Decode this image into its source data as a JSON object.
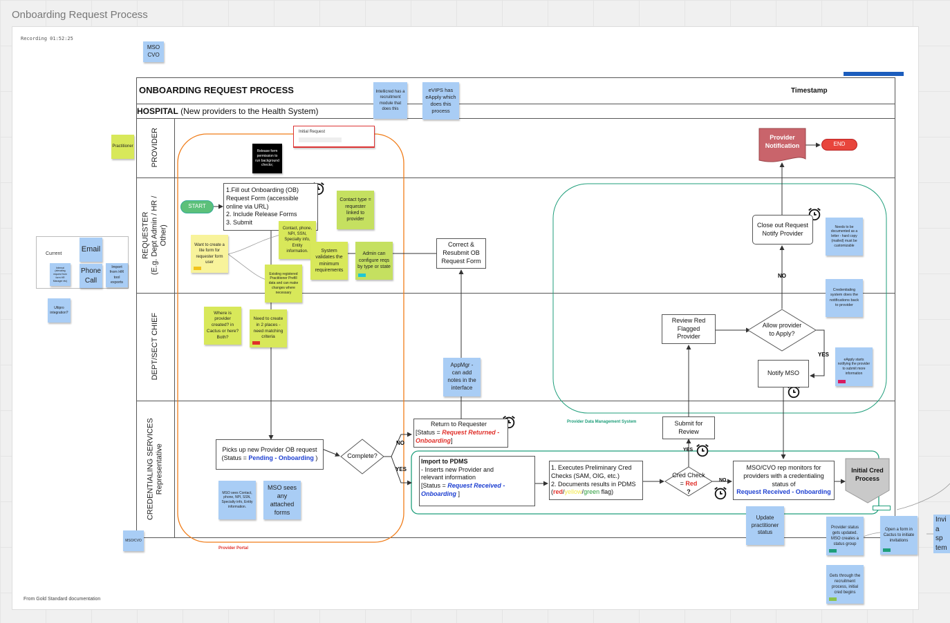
{
  "board_title": "Onboarding Request Process",
  "recording": "Recording 01:52:25",
  "footer_note": "From Gold Standard documentation",
  "header": {
    "title": "ONBOARDING REQUEST PROCESS",
    "timestamp": "Timestamp",
    "hospital_bold": "HOSPITAL",
    "hospital_rest": " (New providers to the Health System)"
  },
  "lanes": {
    "provider": "PROVIDER",
    "requester_1": "REQUESTER",
    "requester_2": "(E.g. Dept Admin / HR /",
    "requester_3": "Other)",
    "dept": "DEPT/SECT CHIEF",
    "cred_1": "CREDENTIALING SERVICES",
    "cred_2": "Representative"
  },
  "nodes": {
    "start": "START",
    "end": "END",
    "initial_request": "Initial Request",
    "fill_form_1": "1.Fill out Onboarding (OB)",
    "fill_form_2": "Request Form (accessible",
    "fill_form_3": "online via URL)",
    "fill_form_4": "2. Include Release Forms",
    "fill_form_5": "3. Submit",
    "correct_1": "Correct &",
    "correct_2": "Resubmit  OB",
    "correct_3": "Request Form",
    "pickup_1": "Picks up new Provider OB request",
    "pickup_2a": "(Status = ",
    "pickup_2b": "Pending - Onboarding",
    "pickup_2c": " )",
    "complete": "Complete?",
    "no": "NO",
    "yes": "YES",
    "return_1": "Return to Requester",
    "return_2a": "[Status = ",
    "return_2b": "Request Returned - Onboarding",
    "return_2c": "]",
    "import_title": "Import to PDMS",
    "import_1": "- Inserts new Provider and",
    "import_2": "relevant information",
    "import_3a": "[Status = ",
    "import_3b": "Request Received - Onboarding",
    "import_3c": " ]",
    "exec_1": "1. Executes Preliminary Cred",
    "exec_2": "Checks (SAM, OIG, etc.)",
    "exec_3": "2. Documents results in PDMS",
    "exec_red": "red",
    "exec_slash1": "/",
    "exec_yellow": "yellow",
    "exec_slash2": "/",
    "exec_green": "green",
    "exec_flag": " flag)",
    "cred_check_1": "Cred Check",
    "cred_check_2a": "= ",
    "cred_check_2b": "Red",
    "cred_check_3": "?",
    "mso_rep_1": "MSO/CVO rep monitors for",
    "mso_rep_2": "providers with a credentialing",
    "mso_rep_3": "status of",
    "mso_rep_4": "Request Received - Onboarding",
    "initial_cred_1": "Initial Cred",
    "initial_cred_2": "Process",
    "submit_review_1": "Submit for",
    "submit_review_2": "Review",
    "review_red_1": "Review Red",
    "review_red_2": "Flagged",
    "review_red_3": "Provider",
    "allow_1": "Allow provider",
    "allow_2": "to Apply?",
    "notify_mso": "Notify MSO",
    "close_out_1": "Close out Request",
    "close_out_2": "Notify Provider",
    "provider_notif_1": "Provider",
    "provider_notif_2": "Notification",
    "provider_portal": "Provider Portal",
    "pdms_label": "Provider Data Management System"
  },
  "notes": {
    "mso_cvo": "MSO CVO",
    "practitioner": "Practitioner",
    "current": "Current",
    "email": "Email",
    "phone_call": "Phone Call",
    "internal": "Internal (elevating request from form HR Manager etc)",
    "import_hr": "Import from HR tool exports",
    "ultipro": "Ultipro integration?",
    "intellicred": "Intellicred has a recruitment module that does this",
    "evips": "eVIPS has eApply which does this process",
    "release_form": "Release form permission to run background checks;",
    "contact_type": "Contact type = requester linked to provider",
    "contact_phone": "Contact, phone, NPI, SSN, Specialty info, Entity information.",
    "system_validates": "System validates the minimum requirements",
    "admin_config": "Admin can configure reqs by type or state",
    "want_lite": "Want to create a lite form for requester form user",
    "existing_reg": "Existing registered Practitioner Prefill data and can make changes where necessary",
    "where_created": "Where is provider created? in Cactus or here? Both?",
    "need_create": "Need to create in 2 places - need matching criteria",
    "appmgr": "AppMgr - can add notes in the interface",
    "mso_sees_contact": "MSO sees Contact, phone, NPI, SSN, Specialty info, Entity information.",
    "mso_sees_forms": "MSO sees any attached forms",
    "mso_cvo_small": "MSO/CVO",
    "needs_documented": "Needs to be documented as a letter - hard copy (mailed) must be customizable",
    "credentialing_system": "Credentialing system does the notifications back to provider",
    "eapply_starts": "eApply starts notifying the provider to submit more information",
    "update_practitioner": "Update practitioner status",
    "provider_status": "Provider status gets updated. MSO creates a status group",
    "open_form": "Open a form in Cactus to initiate invitations",
    "invite_partial": "Invi a sp tem",
    "gets_through": "Gets through the recruitment process, initial cred begins"
  },
  "colors": {
    "orange": "#f07c18",
    "teal": "#1e9e7a",
    "red": "#e0302a",
    "blue_text": "#1d3fd1",
    "start_green": "#5cc07a",
    "end_red": "#e8453c",
    "notif_red": "#c9646b"
  }
}
